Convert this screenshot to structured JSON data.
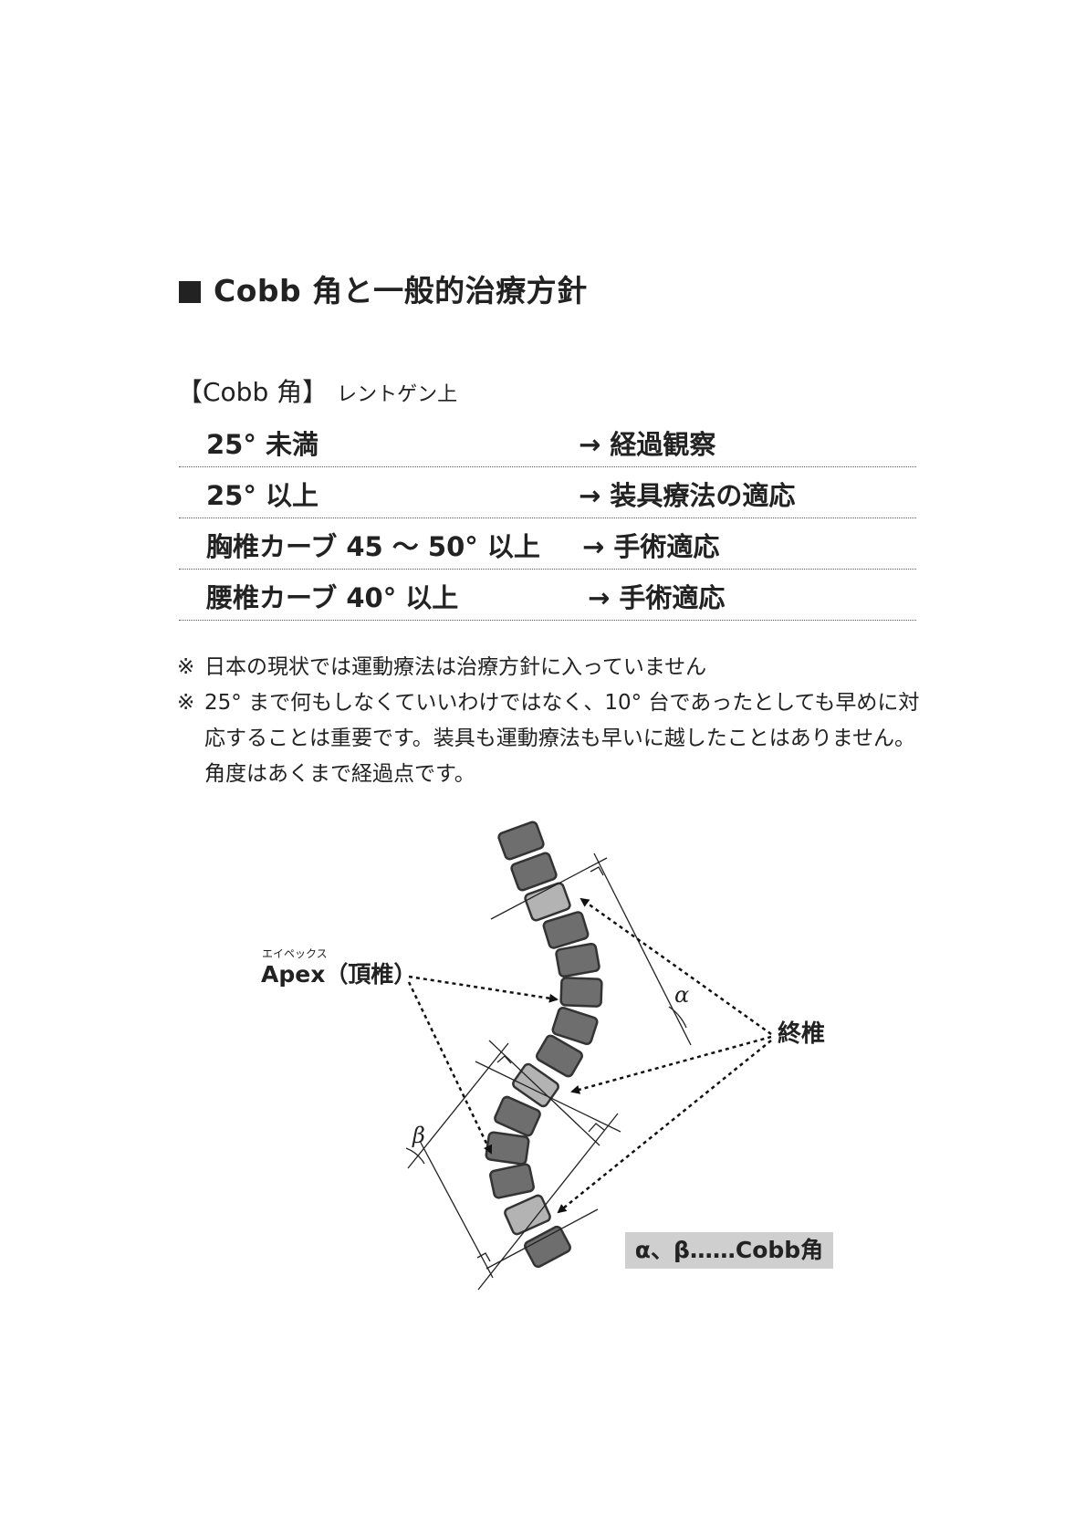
{
  "heading": "Cobb 角と一般的治療方針",
  "subhead": {
    "main": "【Cobb 角】",
    "sub": "レントゲン上"
  },
  "criteria": [
    {
      "condition": "25° 未満",
      "result": "→ 経過観察"
    },
    {
      "condition": "25° 以上",
      "result": "→ 装具療法の適応"
    },
    {
      "condition": "胸椎カーブ 45 ～ 50° 以上",
      "result": "→ 手術適応"
    },
    {
      "condition": "腰椎カーブ 40° 以上",
      "result": "→ 手術適応"
    }
  ],
  "notes": [
    {
      "mark": "※",
      "text": "日本の現状では運動療法は治療方針に入っていません"
    },
    {
      "mark": "※",
      "text": "25° まで何もしなくていいわけではなく、10° 台であったとしても早めに対応することは重要です。装具も運動療法も早いに越したことはありません。角度はあくまで経過点です。"
    }
  ],
  "diagram": {
    "apex_ruby": "エイペックス",
    "apex_label": "Apex（頂椎）",
    "end_vertebra_label": "終椎",
    "alpha": "α",
    "beta": "β",
    "legend": "α、β……Cobb角"
  }
}
